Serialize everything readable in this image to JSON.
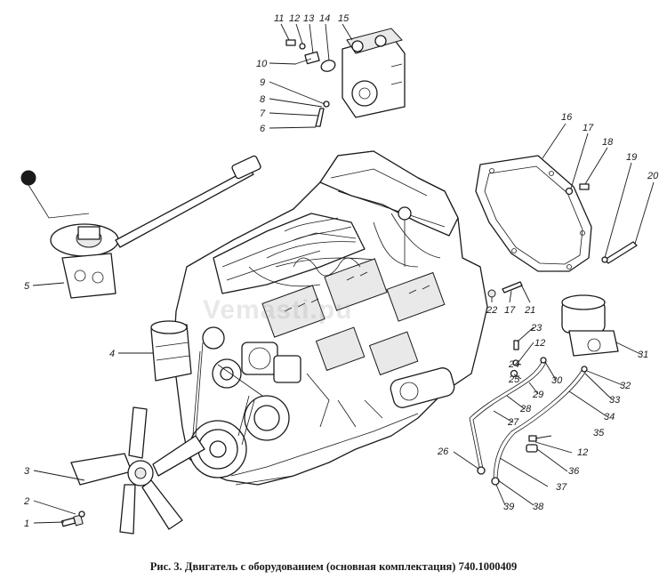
{
  "caption": "Рис. 3. Двигатель с оборудованием (основная комплектация) 740.1000409",
  "watermark": "Vemasti.pu",
  "labels": [
    "1",
    "2",
    "3",
    "4",
    "5",
    "6",
    "7",
    "8",
    "9",
    "10",
    "11",
    "12",
    "13",
    "14",
    "15",
    "16",
    "17",
    "18",
    "19",
    "20",
    "17",
    "22",
    "21",
    "23",
    "12",
    "24",
    "25",
    "26",
    "27",
    "28",
    "29",
    "30",
    "31",
    "32",
    "33",
    "34",
    "35",
    "12",
    "36",
    "37",
    "38",
    "39"
  ],
  "colors": {
    "ink": "#1a1a1a",
    "paper": "#ffffff"
  }
}
